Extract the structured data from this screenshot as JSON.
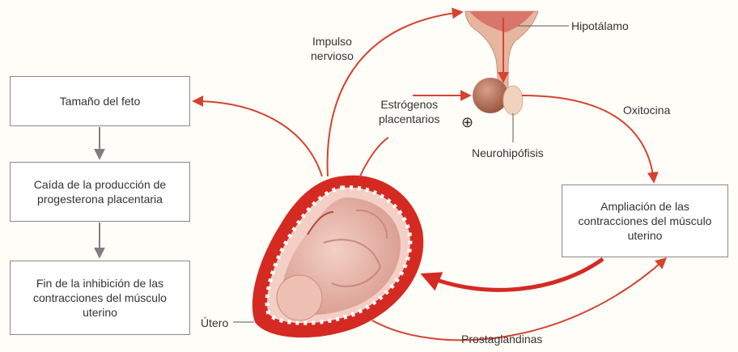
{
  "boxes": {
    "fetus_size": "Tamaño del feto",
    "progesterone_drop": "Caída de la producción de\nprogesterona placentaria",
    "inhibition_end": "Fin de la inhibición de las\ncontracciones del músculo\nuterino",
    "contractions_amplification": "Ampliación de las\ncontracciones del músculo\nuterino"
  },
  "labels": {
    "nerve_impulse": "Impulso\nnervioso",
    "hypothalamus": "Hipotálamo",
    "placental_estrogens": "Estrógenos\nplacentarios",
    "plus_sign": "⊕",
    "neurohypophysis": "Neurohipófisis",
    "oxytocin": "Oxitocina",
    "uterus": "Útero",
    "prostaglandins": "Prostaglandinas"
  },
  "colors": {
    "arrow": "#d5432f",
    "connector": "#7f7f7f",
    "uterus_wall": "#d42a22",
    "fetus": "#e8b7ad",
    "pituitary": "#d89a84",
    "gland": "#b86a55"
  }
}
